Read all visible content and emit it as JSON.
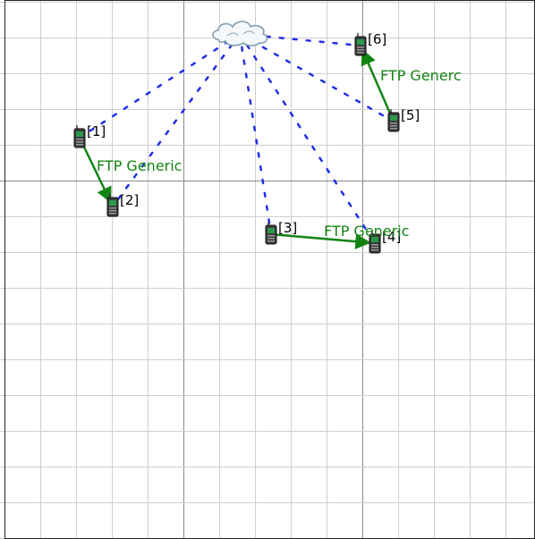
{
  "colors": {
    "background": "#ffffff",
    "grid_minor": "#cfcfcf",
    "grid_major": "#8a8a8a",
    "border": "#222222",
    "wireless_link": "#1f2fe8",
    "flow_arrow": "#138413",
    "flow_label": "#138413",
    "cloud_stroke": "#7f9fb5",
    "cloud_fill": "#f4f8fb",
    "device_dark": "#3a3a3a",
    "device_screen": "#2a9a4a"
  },
  "base_station": {
    "icon": "cloud-icon"
  },
  "nodes": [
    {
      "id": 1,
      "label": "[1]",
      "icon": "mobile-device-icon"
    },
    {
      "id": 2,
      "label": "[2]",
      "icon": "mobile-device-icon"
    },
    {
      "id": 3,
      "label": "[3]",
      "icon": "mobile-device-icon"
    },
    {
      "id": 4,
      "label": "[4]",
      "icon": "mobile-device-icon"
    },
    {
      "id": 5,
      "label": "[5]",
      "icon": "mobile-device-icon"
    },
    {
      "id": 6,
      "label": "[6]",
      "icon": "mobile-device-icon"
    }
  ],
  "wireless_links": [
    {
      "to": 1
    },
    {
      "to": 2
    },
    {
      "to": 3
    },
    {
      "to": 4
    },
    {
      "to": 5
    },
    {
      "to": 6
    }
  ],
  "flows": [
    {
      "from": 1,
      "to": 2,
      "label": "FTP Generic"
    },
    {
      "from": 3,
      "to": 4,
      "label": "FTP Generic"
    },
    {
      "from": 5,
      "to": 6,
      "label": "FTP Generc"
    }
  ]
}
